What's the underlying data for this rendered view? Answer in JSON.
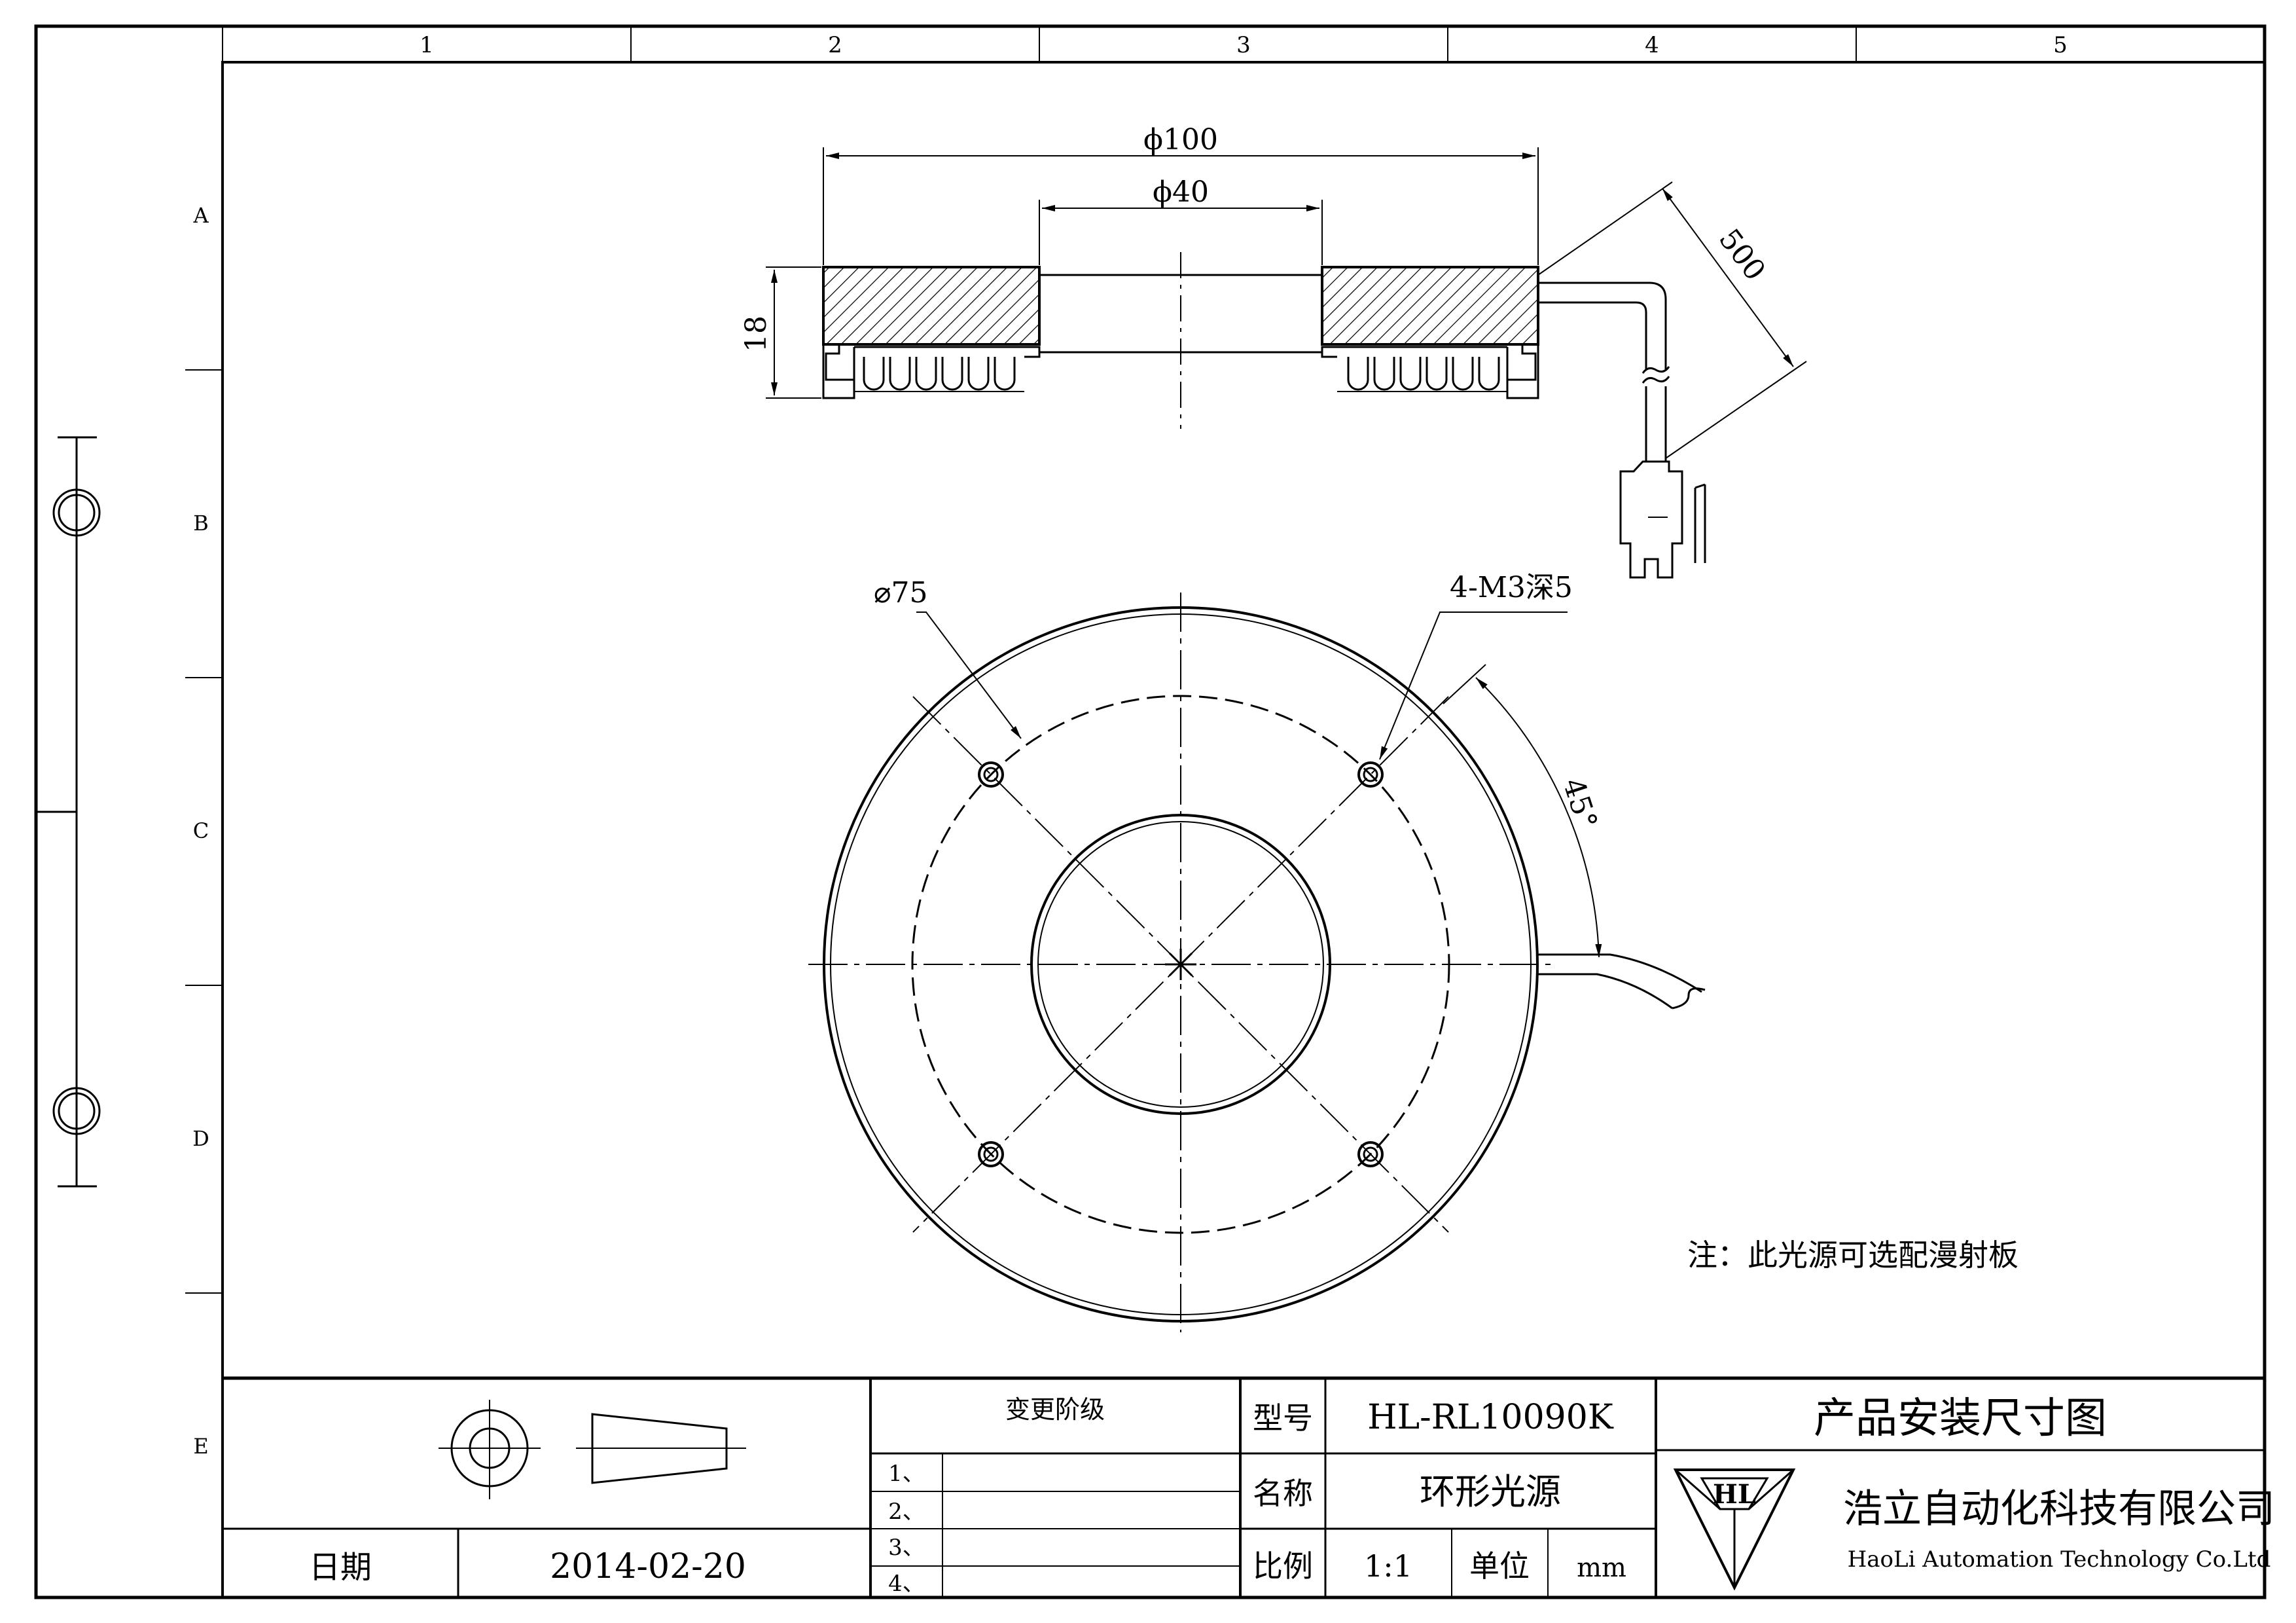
{
  "grid": {
    "columns": [
      "1",
      "2",
      "3",
      "4",
      "5"
    ],
    "rows": [
      "A",
      "B",
      "C",
      "D",
      "E"
    ]
  },
  "dimensions": {
    "outer_diameter": "ϕ100",
    "inner_diameter": "ϕ40",
    "height": "18",
    "cable_length": "500",
    "bolt_circle": "⌀75",
    "holes": "4-M3深5",
    "angle": "45°"
  },
  "note": "注：此光源可选配漫射板",
  "title_block": {
    "change_level_label": "变更阶级",
    "change_rows": [
      "1、",
      "2、",
      "3、",
      "4、"
    ],
    "model_label": "型号",
    "model_value": "HL-RL10090K",
    "name_label": "名称",
    "name_value": "环形光源",
    "scale_label": "比例",
    "scale_value": "1:1",
    "unit_label": "单位",
    "unit_value": "mm",
    "date_label": "日期",
    "date_value": "2014-02-20",
    "drawing_title": "产品安装尺寸图",
    "company_cn": "浩立自动化科技有限公司",
    "company_en": "HaoLi Automation Technology Co.Ltd",
    "logo_text": "HL"
  }
}
